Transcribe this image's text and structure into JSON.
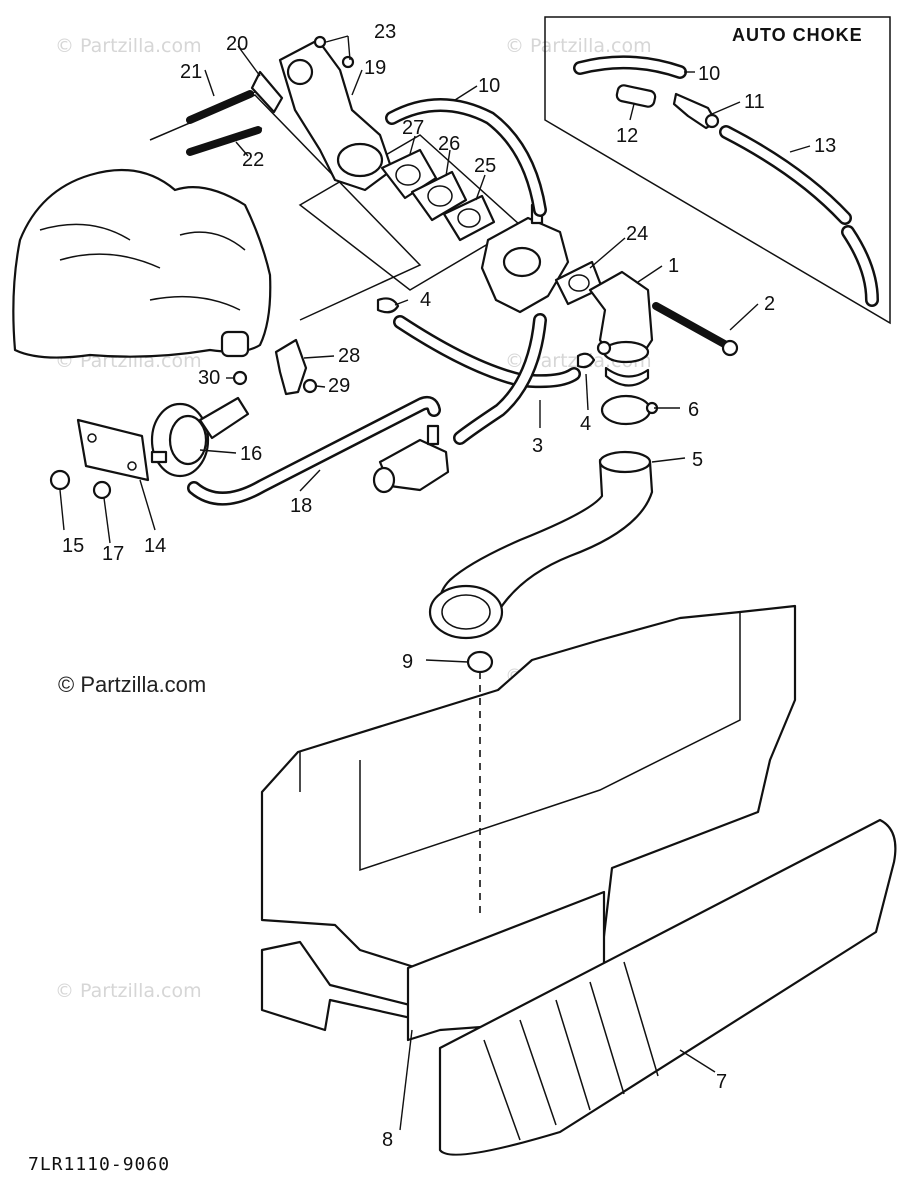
{
  "diagram": {
    "inset_title": "AUTO CHOKE",
    "drawing_code": "7LR1110-9060",
    "credit": "© Partzilla.com",
    "watermark": "© Partzilla.com",
    "callouts": {
      "c1": "1",
      "c2": "2",
      "c3": "3",
      "c4a": "4",
      "c4b": "4",
      "c5": "5",
      "c6": "6",
      "c7": "7",
      "c8": "8",
      "c9": "9",
      "c10": "10",
      "c10b": "10",
      "c11": "11",
      "c12": "12",
      "c13": "13",
      "c14": "14",
      "c15": "15",
      "c16": "16",
      "c17": "17",
      "c18": "18",
      "c19": "19",
      "c20": "20",
      "c21": "21",
      "c22": "22",
      "c23": "23",
      "c24": "24",
      "c25": "25",
      "c26": "26",
      "c27": "27",
      "c28": "28",
      "c29": "29",
      "c30": "30"
    }
  }
}
